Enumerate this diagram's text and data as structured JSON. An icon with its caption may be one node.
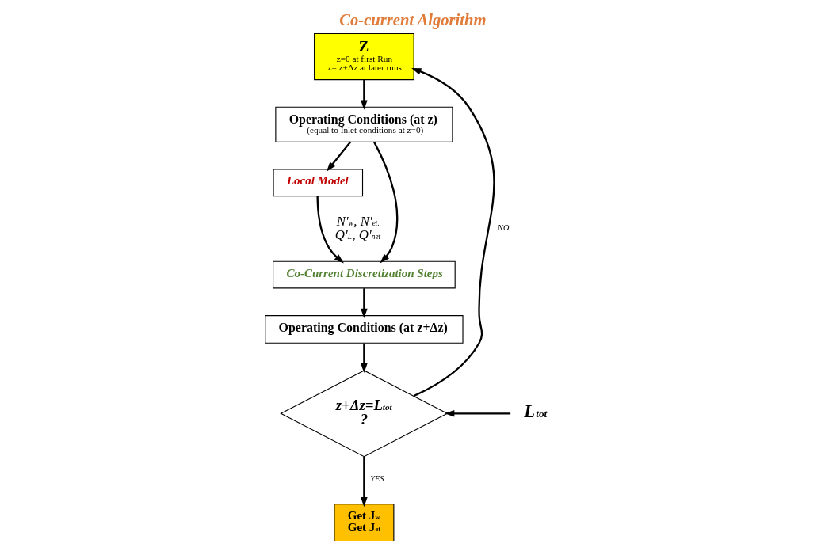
{
  "diagram": {
    "title": "Co-current Algorithm",
    "nodes": [
      {
        "text": [
          "Z",
          "z=0 at first Run",
          "z= z+Δz at later runs"
        ]
      },
      {
        "text": [
          "Operating Conditions (at z)",
          "(equal to Inlet conditions at z=0)"
        ]
      },
      {
        "text": [
          "Local Model"
        ]
      },
      {
        "text": [
          "Co-Current Discretization Steps"
        ]
      },
      {
        "text": [
          "Operating Conditions (at z+Δz)"
        ]
      },
      {
        "text": [
          "z+Δz=L$_{tot}$ ?"
        ]
      },
      {
        "text": [
          "Get J$_{w}$",
          "Get J$_{et}$"
        ]
      },
      {
        "text": [
          "L$_{tot}$"
        ]
      }
    ],
    "edges": [
      {
        "from": 0,
        "to": 1,
        "arrow": "to"
      },
      {
        "from": 1,
        "to": 2,
        "arrow": "to"
      },
      {
        "from": 2,
        "to": 3,
        "arrow": "to",
        "label": "N'$_{w}$, N'$_{et.}$ Q'$_{L}$, Q'$_{net}$"
      },
      {
        "from": 1,
        "to": 3,
        "arrow": "to"
      },
      {
        "from": 3,
        "to": 4,
        "arrow": "to"
      },
      {
        "from": 4,
        "to": 5,
        "arrow": "to"
      },
      {
        "from": 5,
        "to": 0,
        "arrow": "to",
        "label": "NO"
      },
      {
        "from": 5,
        "to": 6,
        "arrow": "to",
        "label": "YES"
      },
      {
        "from": 7,
        "to": 5,
        "arrow": "to"
      }
    ]
  }
}
